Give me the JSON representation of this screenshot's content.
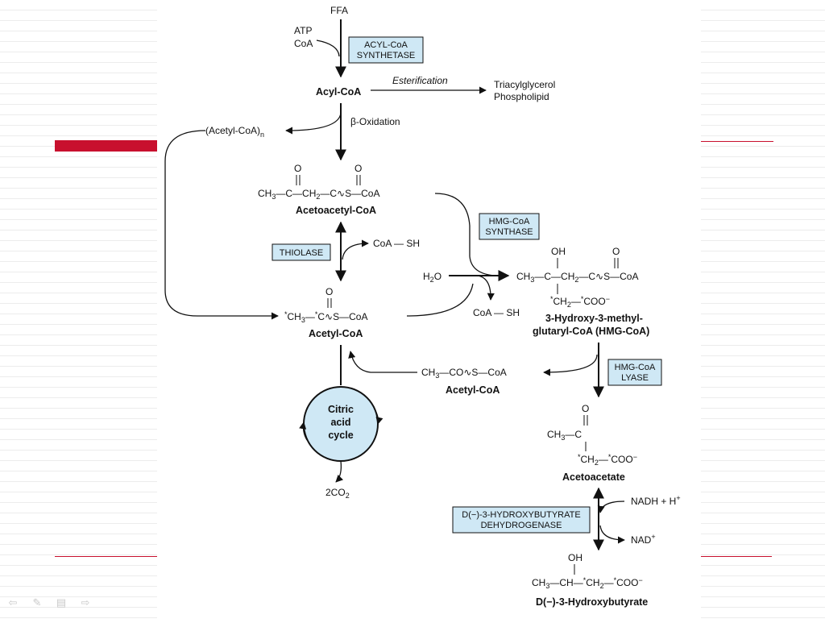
{
  "inputs": {
    "ffa": "FFA",
    "atp": "ATP",
    "coa": "CoA"
  },
  "enzymes": {
    "acyl_coa_synthetase": [
      "ACYL-CoA",
      "SYNTHETASE"
    ],
    "thiolase": "THIOLASE",
    "hmg_coa_synthase": [
      "HMG-CoA",
      "SYNTHASE"
    ],
    "hmg_coa_lyase": [
      "HMG-CoA",
      "LYASE"
    ],
    "hydroxybutyrate_dehydrogenase": [
      "D(−)-3-HYDROXYBUTYRATE",
      "DEHYDROGENASE"
    ]
  },
  "nodes": {
    "acyl_coa": "Acyl-CoA",
    "esterification": "Esterification",
    "triacylglycerol": "Triacylglycerol",
    "phospholipid": "Phospholipid",
    "acetyl_coa_n": "(Acetyl-CoA)",
    "acetyl_coa_n_sub": "n",
    "beta_oxidation": "β-Oxidation",
    "acetoacetyl_coa": "Acetoacetyl-CoA",
    "coa_sh_1": "CoA — SH",
    "coa_sh_2": "CoA — SH",
    "h2o": "H",
    "h2o_sub": "2",
    "h2o_tail": "O",
    "acetyl_coa": "Acetyl-CoA",
    "hmg_coa_line1": "3-Hydroxy-3-methyl-",
    "hmg_coa_line2": "glutaryl-CoA (HMG-CoA)",
    "acetyl_coa_2": "Acetyl-CoA",
    "citric_acid_cycle": [
      "Citric",
      "acid",
      "cycle"
    ],
    "co2": "2CO",
    "co2_sub": "2",
    "acetoacetate": "Acetoacetate",
    "nadh": "NADH + H",
    "nadh_sup": "+",
    "nad": "NAD",
    "nad_sup": "+",
    "hydroxybutyrate": "D(−)-3-Hydroxybutyrate"
  },
  "colors": {
    "enzyme_box": "#cfe8f5",
    "cycle_fill": "#cfe8f5",
    "accent_red": "#c8102e"
  }
}
